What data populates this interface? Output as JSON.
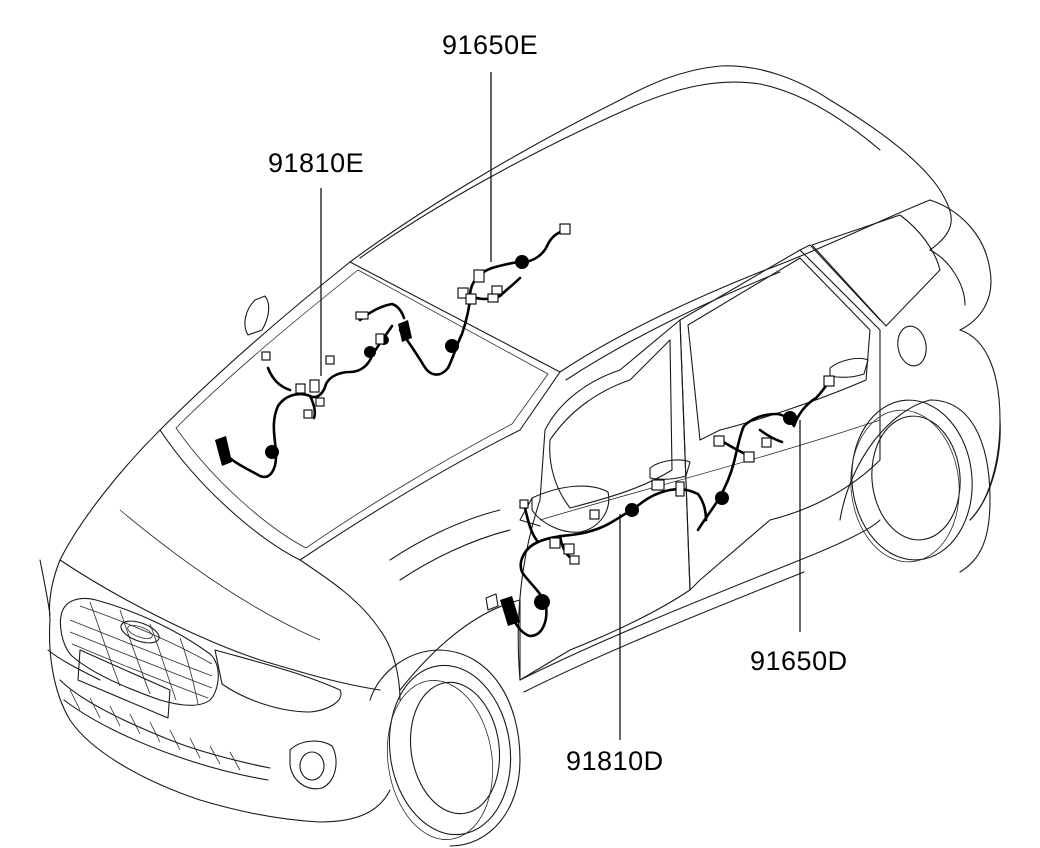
{
  "labels": {
    "part_91650E": "91650E",
    "part_91810E": "91810E",
    "part_91650D": "91650D",
    "part_91810D": "91810D"
  },
  "colors": {
    "line": "#1a1a1a",
    "harness": "#000000",
    "background": "#ffffff"
  }
}
